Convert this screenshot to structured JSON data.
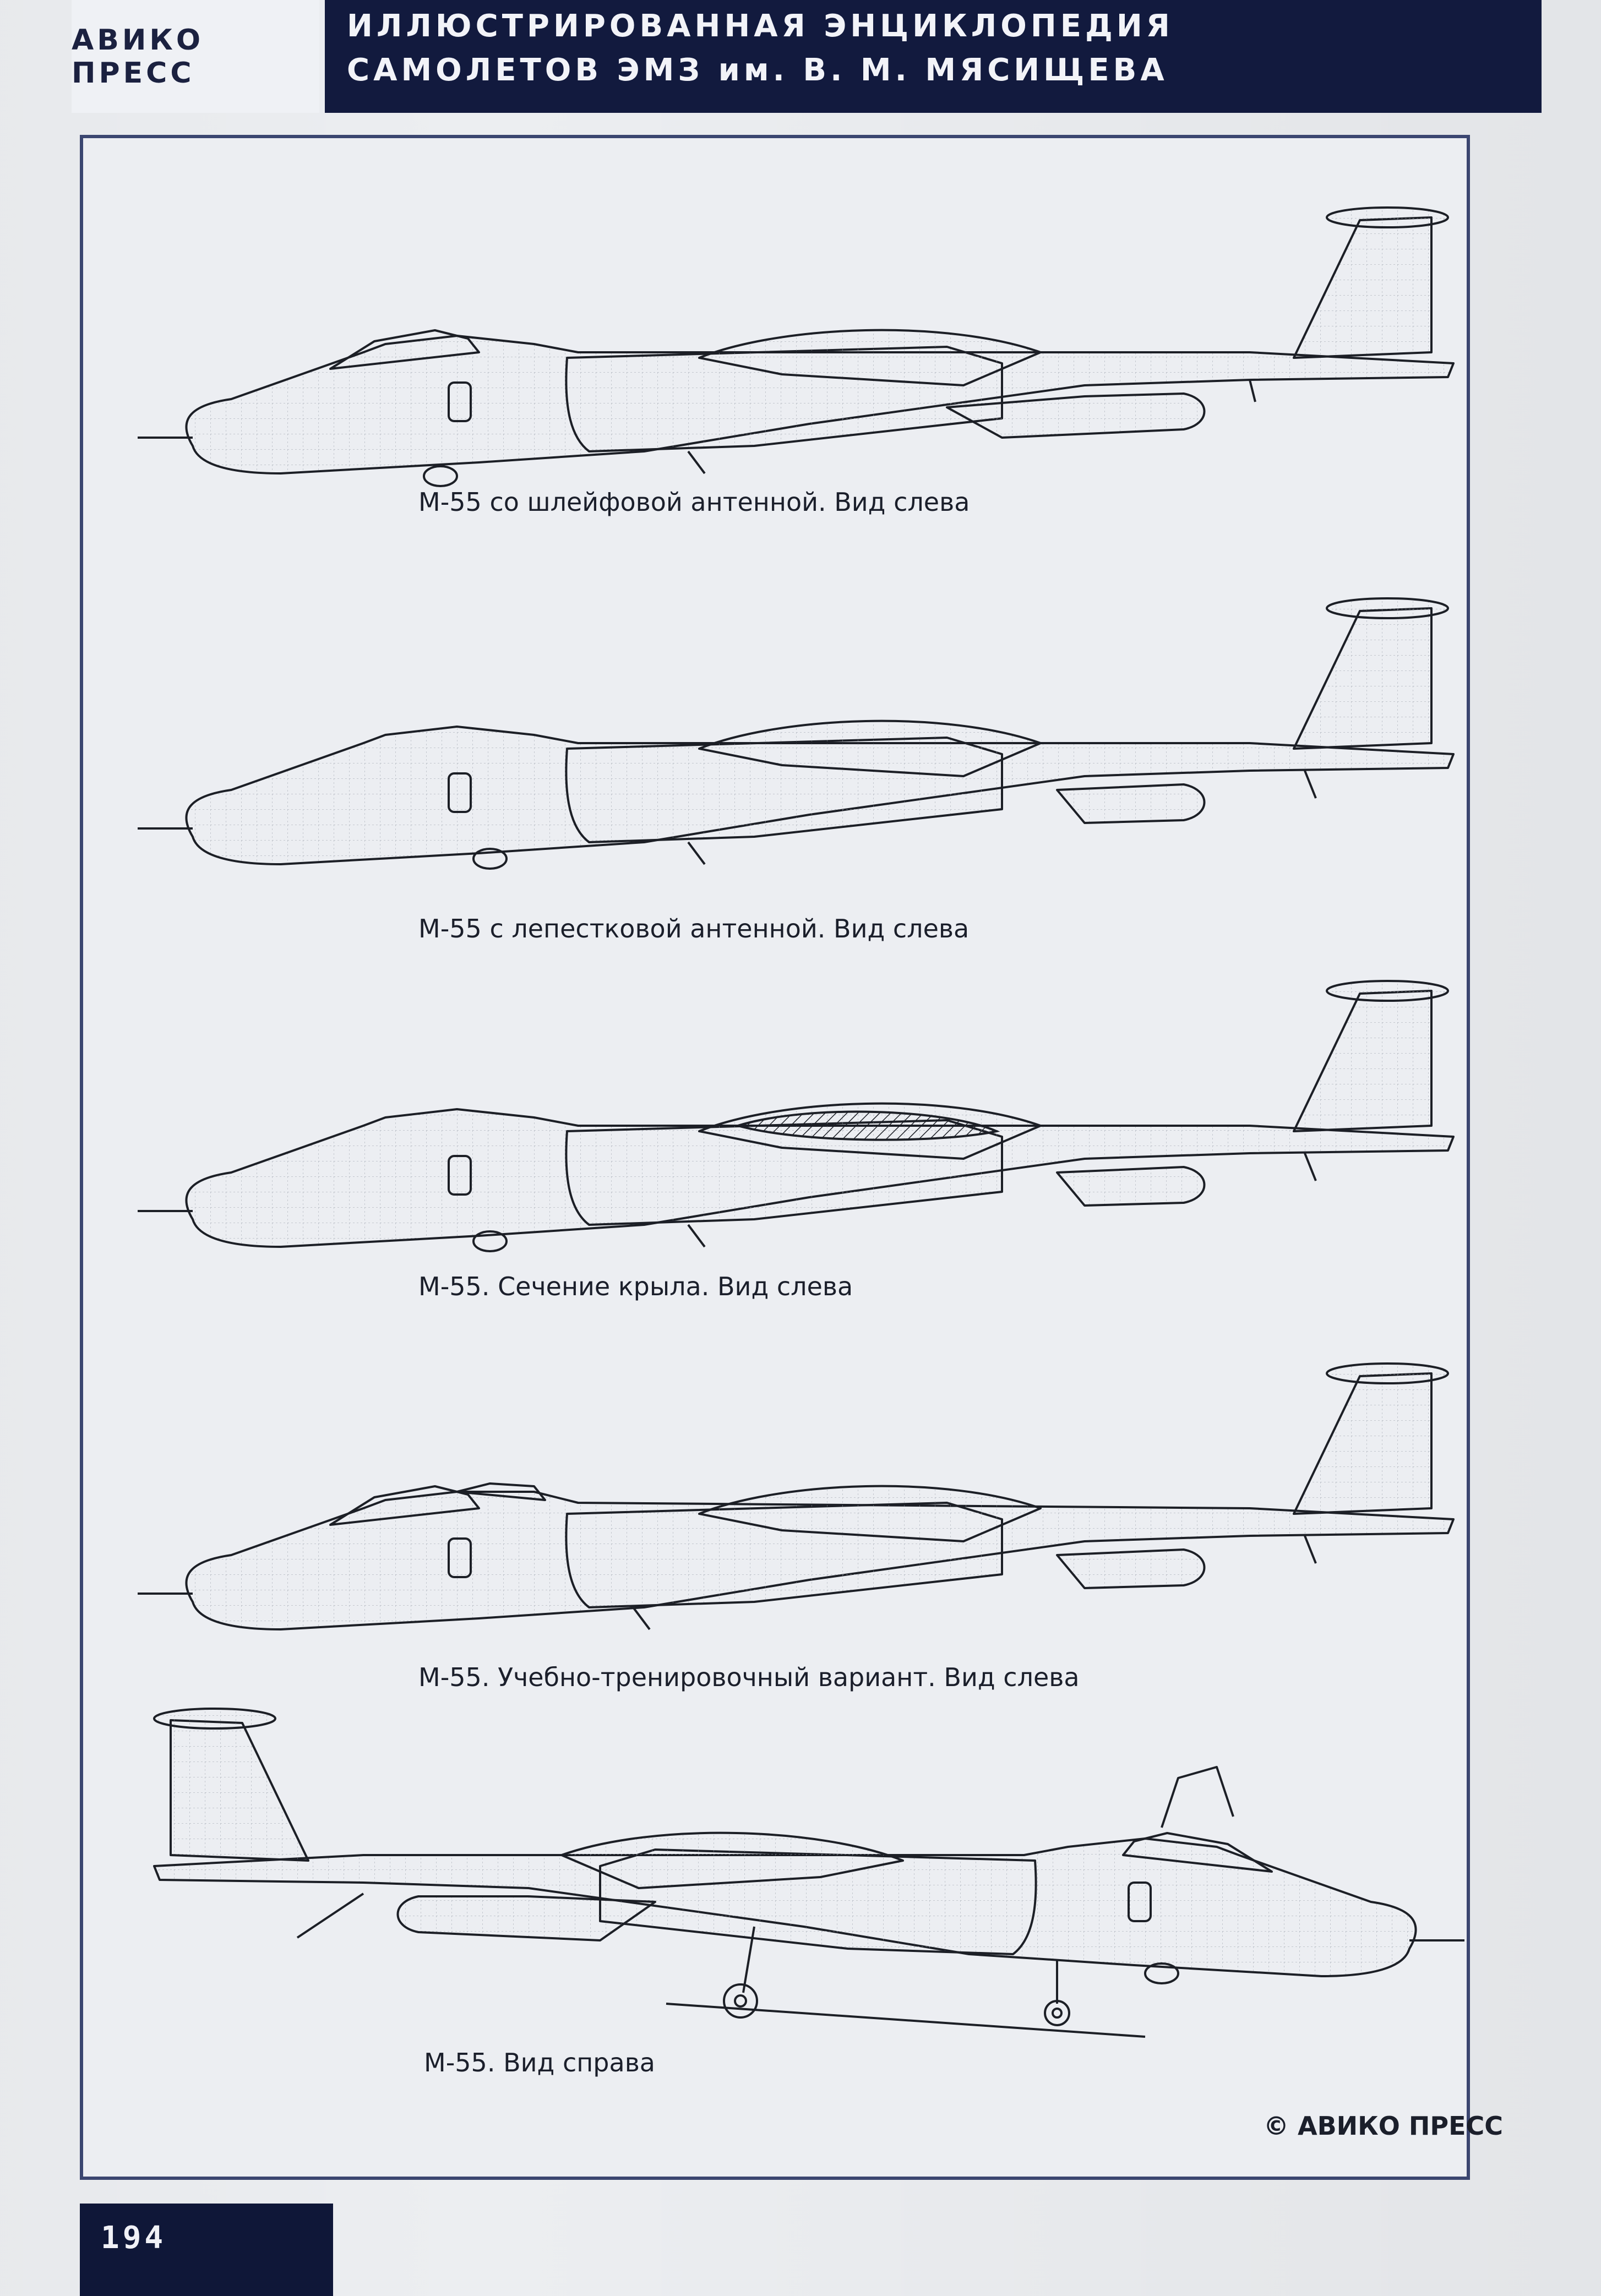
{
  "header": {
    "publisher": "АВИКО ПРЕСС",
    "title_line1": "ИЛЛЮСТРИРОВАННАЯ ЭНЦИКЛОПЕДИЯ",
    "title_line2": "САМОЛЕТОВ ЭМЗ им. В. М. МЯСИЩЕВА"
  },
  "figures": [
    {
      "caption": "М-55 со шлейфовой антенной. Вид слева"
    },
    {
      "caption": "М-55 с лепестковой антенной. Вид слева"
    },
    {
      "caption": "М-55. Сечение крыла. Вид слева"
    },
    {
      "caption": "М-55.  Учебно-тренировочный вариант. Вид слева"
    },
    {
      "caption": "М-55. Вид справа"
    }
  ],
  "copyright": "© АВИКО ПРЕСС",
  "page_number": "194"
}
